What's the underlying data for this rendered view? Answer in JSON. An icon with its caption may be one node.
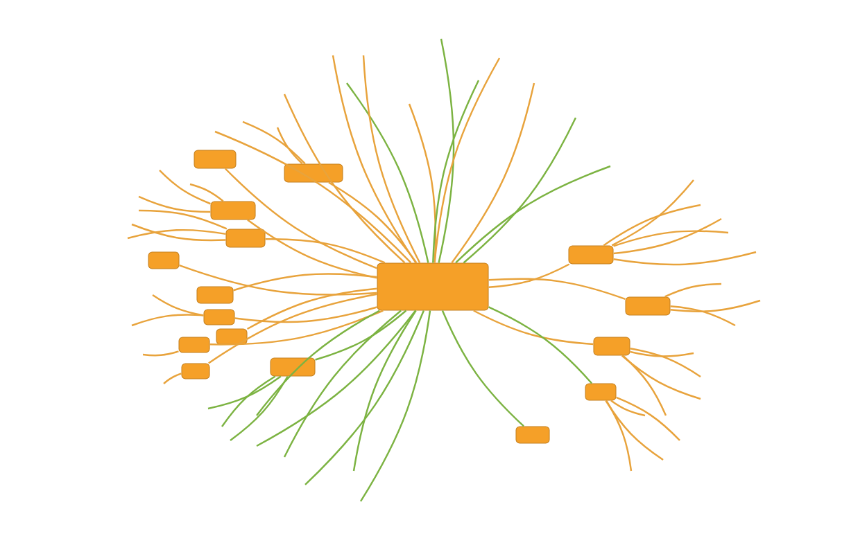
{
  "diagram": {
    "nodes": [
      {
        "text": [],
        "shape": "box"
      },
      {
        "text": [],
        "shape": "box"
      },
      {
        "text": [],
        "shape": "box"
      },
      {
        "text": [],
        "shape": "box"
      },
      {
        "text": [],
        "shape": "box"
      },
      {
        "text": [],
        "shape": "box"
      },
      {
        "text": [],
        "shape": "box"
      },
      {
        "text": [],
        "shape": "box"
      },
      {
        "text": [],
        "shape": "box"
      },
      {
        "text": [],
        "shape": "box"
      },
      {
        "text": [],
        "shape": "box"
      },
      {
        "text": [],
        "shape": "box"
      },
      {
        "text": [],
        "shape": "box"
      },
      {
        "text": [],
        "shape": "box"
      },
      {
        "text": [],
        "shape": "box"
      },
      {
        "text": [],
        "shape": "box"
      },
      {
        "text": [],
        "shape": "box"
      }
    ],
    "edges": [
      {
        "from": 0,
        "to": 1,
        "arrow": "none"
      },
      {
        "from": 0,
        "to": 2,
        "arrow": "none"
      },
      {
        "from": 0,
        "to": 3,
        "arrow": "none"
      },
      {
        "from": 0,
        "to": 4,
        "arrow": "none"
      },
      {
        "from": 0,
        "to": 5,
        "arrow": "none"
      },
      {
        "from": 0,
        "to": 6,
        "arrow": "none"
      },
      {
        "from": 0,
        "to": 7,
        "arrow": "none"
      },
      {
        "from": 0,
        "to": 8,
        "arrow": "none"
      },
      {
        "from": 0,
        "to": 9,
        "arrow": "none"
      },
      {
        "from": 0,
        "to": 10,
        "arrow": "none"
      },
      {
        "from": 0,
        "to": 11,
        "arrow": "none",
        "color": "#7cb342"
      },
      {
        "from": 0,
        "to": 12,
        "arrow": "none"
      },
      {
        "from": 0,
        "to": 13,
        "arrow": "none"
      },
      {
        "from": 0,
        "to": 14,
        "arrow": "none"
      },
      {
        "from": 0,
        "to": 15,
        "arrow": "none",
        "color": "#7cb342"
      },
      {
        "from": 0,
        "to": 16,
        "arrow": "none",
        "color": "#7cb342"
      },
      {
        "from": 2,
        "to": null,
        "arrow": "none"
      },
      {
        "from": 2,
        "to": null,
        "arrow": "none"
      },
      {
        "from": 3,
        "to": null,
        "arrow": "none"
      },
      {
        "from": 3,
        "to": null,
        "arrow": "none"
      },
      {
        "from": 3,
        "to": null,
        "arrow": "none"
      },
      {
        "from": 4,
        "to": null,
        "arrow": "none"
      },
      {
        "from": 4,
        "to": null,
        "arrow": "none"
      },
      {
        "from": 4,
        "to": null,
        "arrow": "none"
      },
      {
        "from": 7,
        "to": null,
        "arrow": "none"
      },
      {
        "from": 7,
        "to": null,
        "arrow": "none"
      },
      {
        "from": 9,
        "to": null,
        "arrow": "none"
      },
      {
        "from": 10,
        "to": null,
        "arrow": "none"
      },
      {
        "from": 11,
        "to": null,
        "arrow": "none",
        "color": "#7cb342"
      },
      {
        "from": 11,
        "to": null,
        "arrow": "none",
        "color": "#7cb342"
      },
      {
        "from": 11,
        "to": null,
        "arrow": "none",
        "color": "#7cb342"
      },
      {
        "from": 12,
        "to": null,
        "arrow": "none"
      },
      {
        "from": 12,
        "to": null,
        "arrow": "none"
      },
      {
        "from": 12,
        "to": null,
        "arrow": "none"
      },
      {
        "from": 12,
        "to": null,
        "arrow": "none"
      },
      {
        "from": 12,
        "to": null,
        "arrow": "none"
      },
      {
        "from": 13,
        "to": null,
        "arrow": "none"
      },
      {
        "from": 13,
        "to": null,
        "arrow": "none"
      },
      {
        "from": 13,
        "to": null,
        "arrow": "none"
      },
      {
        "from": 14,
        "to": null,
        "arrow": "none"
      },
      {
        "from": 14,
        "to": null,
        "arrow": "none"
      },
      {
        "from": 14,
        "to": null,
        "arrow": "none"
      },
      {
        "from": 14,
        "to": null,
        "arrow": "none"
      },
      {
        "from": 15,
        "to": null,
        "arrow": "none"
      },
      {
        "from": 15,
        "to": null,
        "arrow": "none"
      },
      {
        "from": 15,
        "to": null,
        "arrow": "none"
      },
      {
        "from": 15,
        "to": null,
        "arrow": "none"
      },
      {
        "from": 0,
        "to": null,
        "arrow": "none"
      },
      {
        "from": 0,
        "to": null,
        "arrow": "none"
      },
      {
        "from": 0,
        "to": null,
        "arrow": "none",
        "color": "#7cb342"
      },
      {
        "from": 0,
        "to": null,
        "arrow": "none"
      },
      {
        "from": 0,
        "to": null,
        "arrow": "none"
      },
      {
        "from": 0,
        "to": null,
        "arrow": "none"
      },
      {
        "from": 0,
        "to": null,
        "arrow": "none",
        "color": "#7cb342"
      },
      {
        "from": 0,
        "to": null,
        "arrow": "none"
      },
      {
        "from": 0,
        "to": null,
        "arrow": "none"
      },
      {
        "from": 0,
        "to": null,
        "arrow": "none",
        "color": "#7cb342"
      },
      {
        "from": 0,
        "to": null,
        "arrow": "none",
        "color": "#7cb342"
      },
      {
        "from": 0,
        "to": null,
        "arrow": "none",
        "color": "#7cb342"
      },
      {
        "from": 0,
        "to": null,
        "arrow": "none",
        "color": "#7cb342"
      },
      {
        "from": 0,
        "to": null,
        "arrow": "none",
        "color": "#7cb342"
      },
      {
        "from": 0,
        "to": null,
        "arrow": "none",
        "color": "#7cb342"
      },
      {
        "from": 0,
        "to": null,
        "arrow": "none",
        "color": "#7cb342"
      },
      {
        "from": 0,
        "to": null,
        "arrow": "none",
        "color": "#7cb342"
      },
      {
        "from": 0,
        "to": null,
        "arrow": "none",
        "color": "#7cb342"
      }
    ]
  }
}
